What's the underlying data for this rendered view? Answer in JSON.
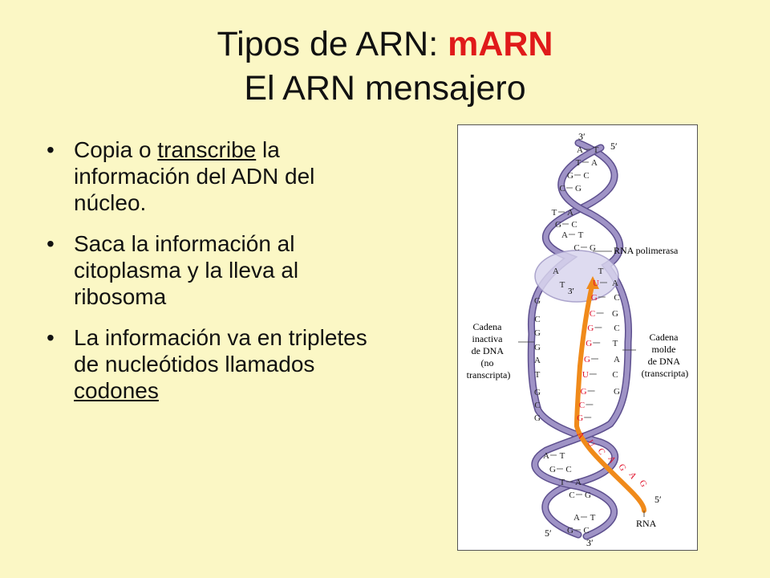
{
  "title": {
    "line1_prefix": "Tipos de ARN: ",
    "line1_accent": "mARN",
    "line2": "El ARN mensajero"
  },
  "bullets": [
    {
      "before": "Copia o ",
      "underlined": "transcribe",
      "after": " la información del ADN del núcleo."
    },
    {
      "text": "Saca la información al citoplasma y la lleva al ribosoma"
    },
    {
      "before": "La información va en tripletes de nucleótidos llamados ",
      "underlined": "codones",
      "after": ""
    }
  ],
  "figure": {
    "end_3_top": "3′",
    "end_5_top": "5′",
    "end_3_rna": "3′",
    "end_5_rna": "5′",
    "end_5_bottom": "5′",
    "end_3_bottom": "3′",
    "rna_polymerase": "RNA polimerasa",
    "inactive_strand": [
      "Cadena",
      "inactiva",
      "de DNA",
      "(no",
      "transcripta)"
    ],
    "template_strand": [
      "Cadena",
      "molde",
      "de DNA",
      "(transcripta)"
    ],
    "rna_label": "RNA",
    "top_pairs": [
      [
        "A",
        "T"
      ],
      [
        "T",
        "A"
      ],
      [
        "G",
        "C"
      ],
      [
        "C",
        "G"
      ],
      [
        "T",
        "A"
      ],
      [
        "G",
        "C"
      ],
      [
        "A",
        "T"
      ],
      [
        "C",
        "G"
      ]
    ],
    "inside_pairs": [
      [
        "A",
        "T"
      ],
      [
        "T",
        "U"
      ]
    ],
    "rna_bases": [
      "U",
      "G",
      "C",
      "G",
      "G",
      "G",
      "U",
      "G",
      "C",
      "G"
    ],
    "template_bases": [
      "A",
      "C",
      "G",
      "C",
      "T",
      "A",
      "C",
      "G"
    ],
    "coding_bases": [
      "G",
      "C",
      "G",
      "G",
      "A",
      "T",
      "G",
      "C",
      "G"
    ],
    "rna_tail": [
      "A",
      "U",
      "C",
      "A",
      "G",
      "A",
      "G"
    ],
    "bottom_pairs": [
      [
        "A",
        "T"
      ],
      [
        "G",
        "C"
      ],
      [
        "T",
        "A"
      ],
      [
        "C",
        "G"
      ],
      [
        "A",
        "T"
      ],
      [
        "G",
        "C"
      ]
    ],
    "colors": {
      "strand": "#9f93c6",
      "strand_edge": "#5d4f8e",
      "rna": "#f08a1a",
      "rna_base": "#e0102a",
      "polymerase": "#d9d5ee"
    }
  }
}
